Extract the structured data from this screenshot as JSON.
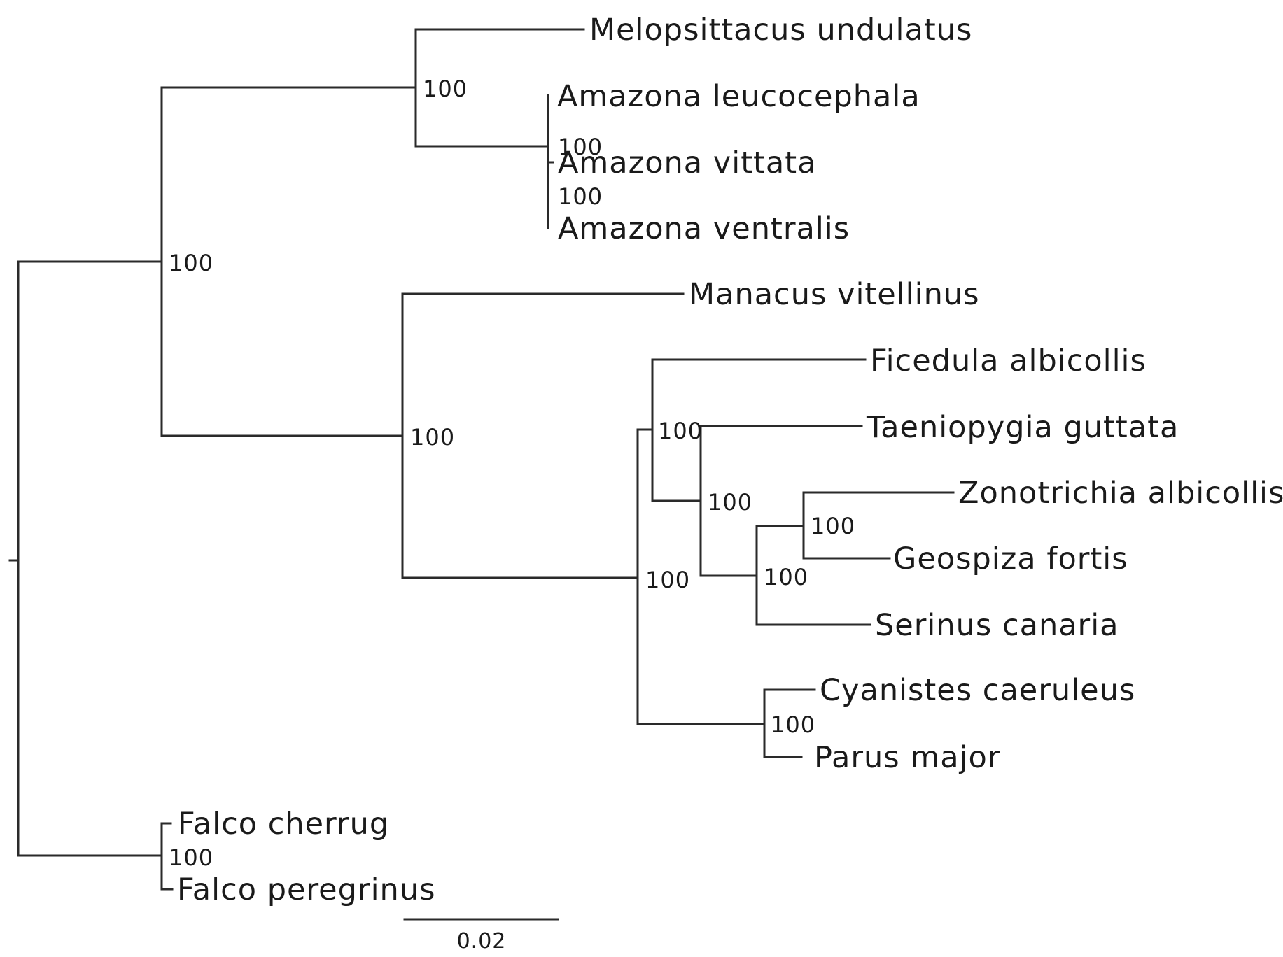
{
  "tree": {
    "taxa": [
      {
        "key": "melopsittacus",
        "label": "Melopsittacus undulatus"
      },
      {
        "key": "amazona_leuco",
        "label": "Amazona leucocephala"
      },
      {
        "key": "amazona_vittata",
        "label": "Amazona vittata"
      },
      {
        "key": "amazona_ventralis",
        "label": "Amazona ventralis"
      },
      {
        "key": "manacus",
        "label": "Manacus vitellinus"
      },
      {
        "key": "ficedula",
        "label": "Ficedula albicollis"
      },
      {
        "key": "taeniopygia",
        "label": "Taeniopygia guttata"
      },
      {
        "key": "zonotrichia",
        "label": "Zonotrichia albicollis"
      },
      {
        "key": "geospiza",
        "label": "Geospiza fortis"
      },
      {
        "key": "serinus",
        "label": "Serinus canaria"
      },
      {
        "key": "cyanistes",
        "label": "Cyanistes caeruleus"
      },
      {
        "key": "parus",
        "label": "Parus major"
      },
      {
        "key": "falco_cherrug",
        "label": "Falco cherrug"
      },
      {
        "key": "falco_peregrinus",
        "label": "Falco peregrinus"
      }
    ],
    "support": [
      {
        "node": "parrots",
        "value": "100"
      },
      {
        "node": "amazona",
        "value": "100"
      },
      {
        "node": "amazona_vittata_ventralis",
        "value": "100"
      },
      {
        "node": "psittacopasserae",
        "value": "100"
      },
      {
        "node": "passeriformes",
        "value": "100"
      },
      {
        "node": "oscines",
        "value": "100"
      },
      {
        "node": "ficedula_clade",
        "value": "100"
      },
      {
        "node": "finches",
        "value": "100"
      },
      {
        "node": "zonotrichia_geospiza",
        "value": "100"
      },
      {
        "node": "tits",
        "value": "100"
      },
      {
        "node": "falco",
        "value": "100"
      }
    ],
    "scale_bar": {
      "label": "0.02",
      "value": 0.02
    }
  }
}
